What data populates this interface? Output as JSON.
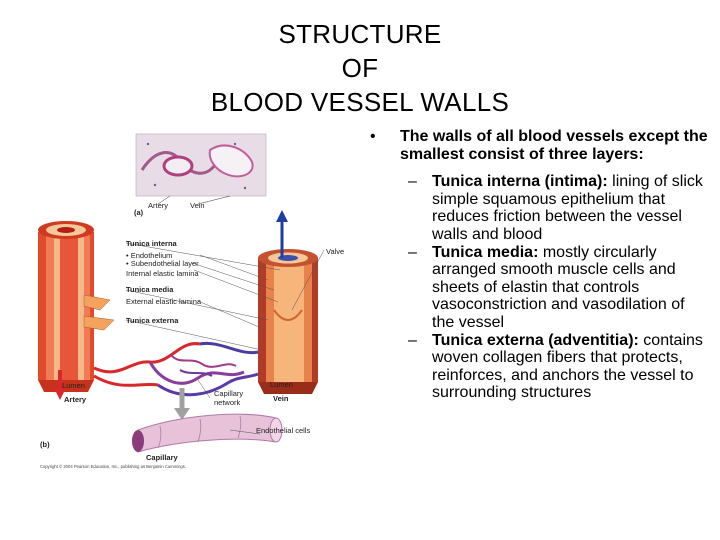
{
  "title": {
    "line1": "STRUCTURE",
    "line2": "OF",
    "line3": "BLOOD VESSEL WALLS"
  },
  "main_bullet": {
    "marker": "•",
    "text": "The walls of all blood vessels except the smallest consist of three layers:"
  },
  "sub_bullets": [
    {
      "marker": "–",
      "term": "Tunica interna (intima):",
      "text": " lining of slick simple squamous epithelium that reduces friction between the vessel walls and blood"
    },
    {
      "marker": "–",
      "term": "Tunica media:",
      "text": " mostly circularly arranged smooth muscle cells and sheets of elastin that controls vasoconstriction and vasodilation of the vessel"
    },
    {
      "marker": "–",
      "term": "Tunica externa (adventitia):",
      "text": " contains woven collagen fibers that protects, reinforces, and anchors the vessel to surrounding structures"
    }
  ],
  "figure": {
    "labels": {
      "artery_micro": "Artery",
      "vein_micro": "Vein",
      "part_a": "(a)",
      "tunica_interna": "Tunica interna",
      "endothelium": "• Endothelium",
      "subendothelial": "• Subendothelial layer",
      "internal_elastic": "Internal elastic lamina",
      "tunica_media": "Tunica media",
      "external_elastic": "External elastic lamina",
      "tunica_externa": "Tunica externa",
      "valve": "Valve",
      "lumen_left": "Lumen",
      "lumen_right": "Lumen",
      "artery": "Artery",
      "vein": "Vein",
      "capillary_network": "Capillary network",
      "endothelial_cells": "Endothelial cells",
      "part_b": "(b)",
      "capillary": "Capillary",
      "copyright": "Copyright © 2004 Pearson Education, Inc., publishing as Benjamin Cummings."
    }
  }
}
